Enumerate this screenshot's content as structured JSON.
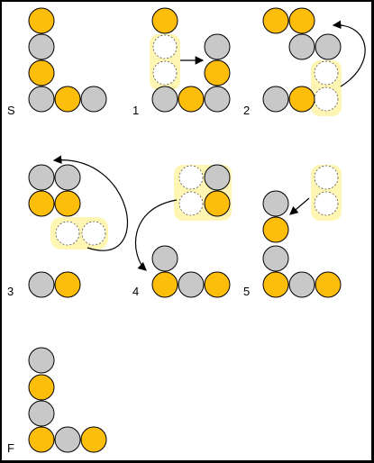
{
  "colors": {
    "gold": "#FDBE0B",
    "grey": "#C8C8C8",
    "empty": "#FFFFFF",
    "highlight": "#FFF6B3",
    "outline": "#000000"
  },
  "steps": [
    {
      "id": "s",
      "label": "S",
      "highlight_slots": 0
    },
    {
      "id": "1",
      "label": "1",
      "highlight_slots": 2
    },
    {
      "id": "2",
      "label": "2",
      "highlight_slots": 2
    },
    {
      "id": "3",
      "label": "3",
      "highlight_slots": 2
    },
    {
      "id": "4",
      "label": "4",
      "highlight_slots": 2
    },
    {
      "id": "5",
      "label": "5",
      "highlight_slots": 2
    },
    {
      "id": "f",
      "label": "F",
      "highlight_slots": 0
    }
  ]
}
